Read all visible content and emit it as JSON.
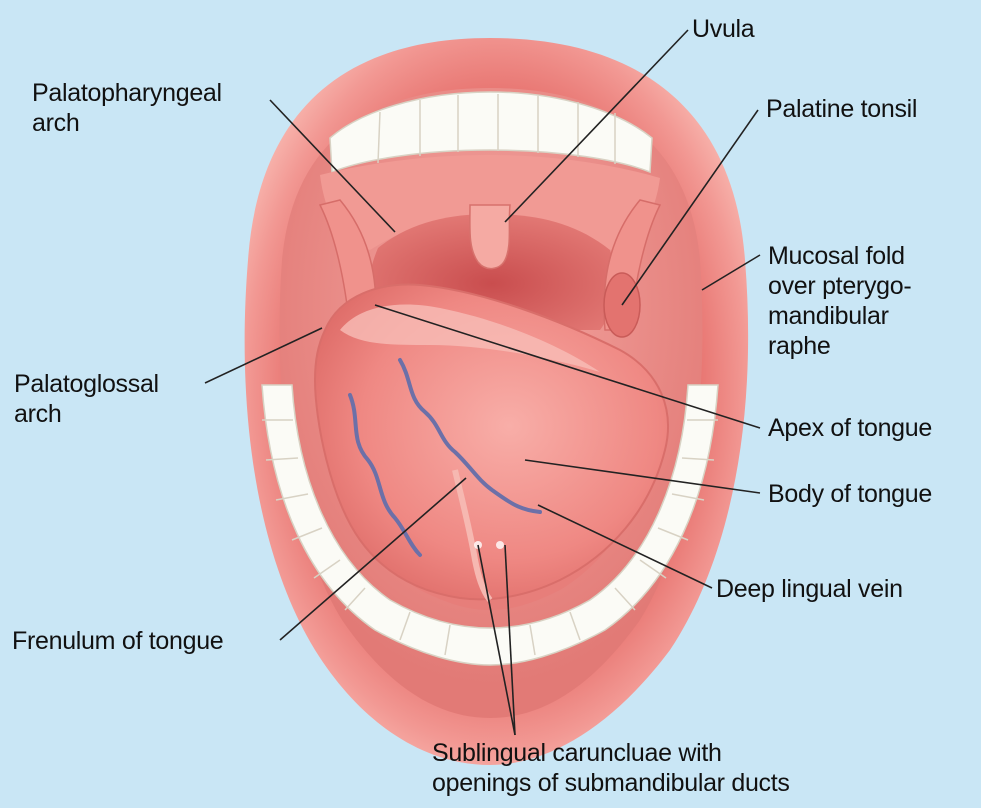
{
  "labels": {
    "uvula": [
      "Uvula"
    ],
    "palatopharyngeal_arch": [
      "Palatopharyngeal",
      "arch"
    ],
    "palatine_tonsil": [
      "Palatine tonsil"
    ],
    "mucosal_fold": [
      "Mucosal fold",
      "over pterygo-",
      "mandibular",
      "raphe"
    ],
    "palatoglossal_arch": [
      "Palatoglossal",
      "arch"
    ],
    "apex_of_tongue": [
      "Apex of tongue"
    ],
    "body_of_tongue": [
      "Body of tongue"
    ],
    "deep_lingual_vein": [
      "Deep lingual vein"
    ],
    "frenulum_of_tongue": [
      "Frenulum of tongue"
    ],
    "sublingual_caruncula": [
      "Sublingual caruncluae with",
      "openings of submandibular ducts"
    ]
  },
  "colors": {
    "background": "#c9e6f5",
    "lips": "#e7746f",
    "lip_highlight": "#f6a7a0",
    "oral_cavity": "#ec8a86",
    "pharynx": "#d9605e",
    "tongue": "#f0837f",
    "tongue_highlight": "#f8b1aa",
    "teeth": "#fbfbf6",
    "vein": "#6c70a8",
    "leader": "#222222"
  }
}
